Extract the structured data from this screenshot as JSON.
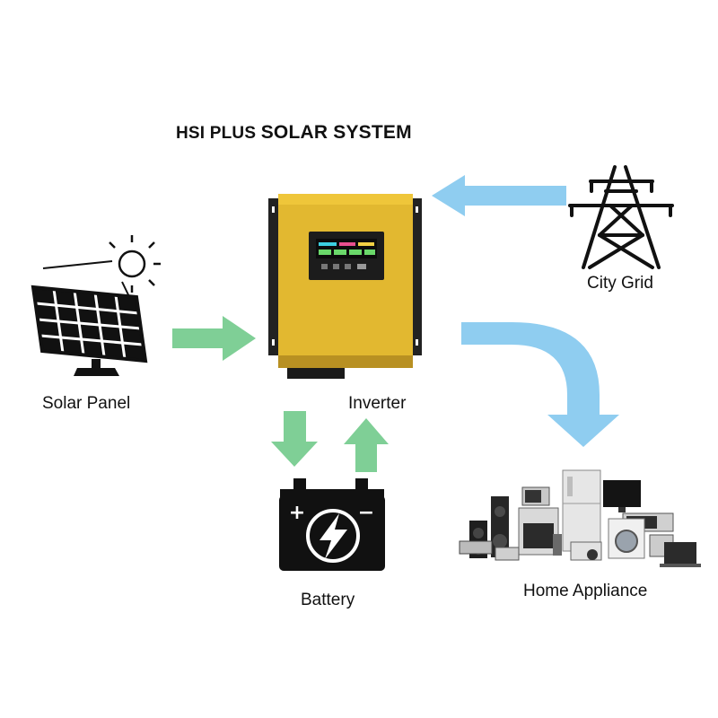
{
  "title": {
    "part1": "HSI PLUS",
    "part2": "SOLAR  SYSTEM"
  },
  "nodes": {
    "solar_panel": "Solar Panel",
    "inverter": "Inverter",
    "city_grid": "City Grid",
    "battery": "Battery",
    "home_appliance": "Home Appliance"
  },
  "battery_terminals": {
    "positive": "+",
    "negative": "−"
  },
  "colors": {
    "green_arrow": "#7fcf96",
    "blue_arrow": "#8fcdf0",
    "inverter_body": "#e2b830",
    "inverter_dark": "#2a2a2a",
    "icon_black": "#111111"
  },
  "icons": {
    "sun": "sun-icon",
    "solar_panel": "solar-panel-icon",
    "inverter": "inverter-device",
    "transmission_tower": "power-tower-icon",
    "battery": "battery-icon",
    "appliances": "home-appliances-image"
  }
}
